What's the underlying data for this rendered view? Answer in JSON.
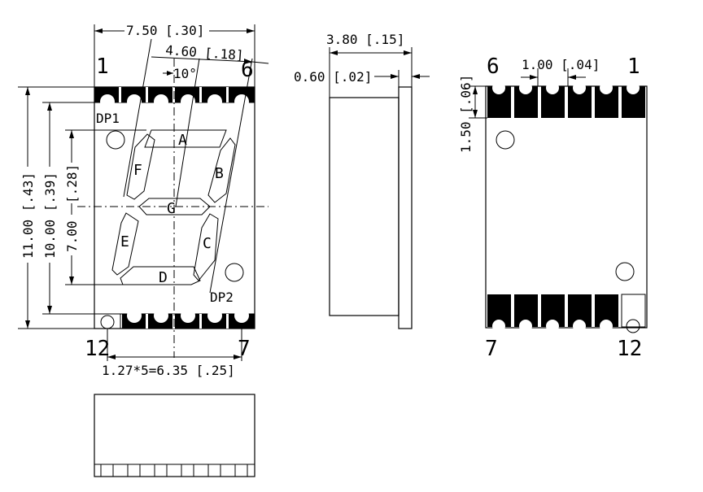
{
  "front": {
    "dim_width": "7.50 [.30]",
    "dim_digit_width": "4.60 [.18]",
    "dim_slant": "10°",
    "dim_height_total": "11.00 [.43]",
    "dim_height_body": "10.00 [.39]",
    "dim_digit_height_a": "7.00",
    "dim_digit_height_b": "[.28]",
    "dim_pitch": "1.27*5=6.35 [.25]",
    "pin_top_left": "1",
    "pin_top_right": "6",
    "pin_bottom_left": "12",
    "pin_bottom_right": "7",
    "dp1": "DP1",
    "dp2": "DP2",
    "segments": [
      "A",
      "B",
      "C",
      "D",
      "E",
      "F",
      "G"
    ]
  },
  "side": {
    "dim_depth": "3.80 [.15]",
    "dim_lead": "0.60 [.02]"
  },
  "back": {
    "dim_pad_width": "1.00 [.04]",
    "dim_pad_height": "1.50 [.06]",
    "pin_top_left": "6",
    "pin_top_right": "1",
    "pin_bottom_left": "7",
    "pin_bottom_right": "12"
  }
}
